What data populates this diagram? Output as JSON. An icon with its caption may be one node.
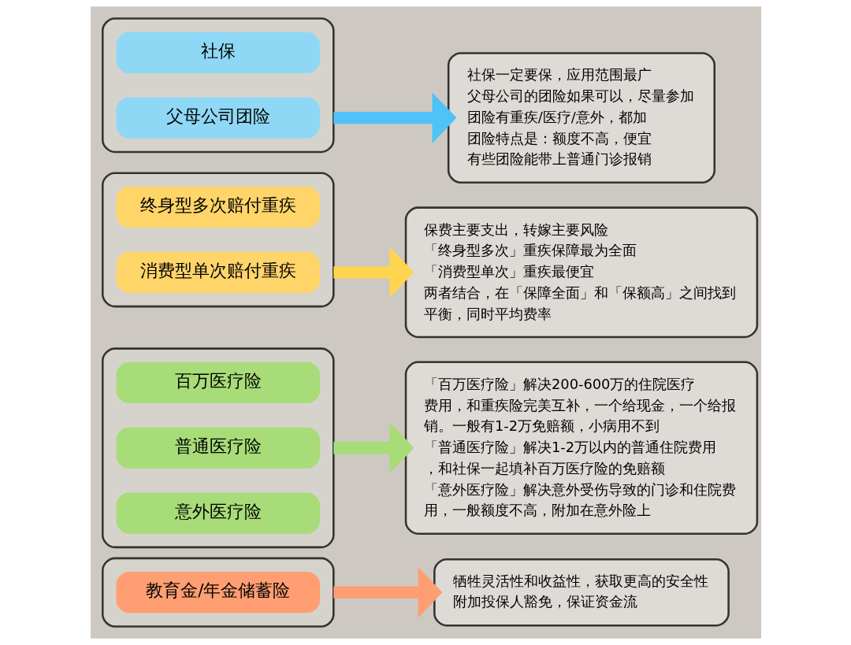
{
  "diagram": {
    "nodes": [
      {
        "text": [],
        "shape": "box"
      },
      {
        "text": [
          "社保"
        ],
        "in": 0
      },
      {
        "text": [
          "父母公司团险"
        ],
        "in": 0
      },
      {
        "text": [
          "社保一定要保，应用范围最广",
          "父母公司的团险如果可以，尽量参加",
          "团险有重疾/医疗/意外，都加",
          "团险特点是：额度不高，便宜",
          "有些团险能带上普通门诊报销"
        ]
      },
      {
        "text": [],
        "shape": "box"
      },
      {
        "text": [
          "终身型多次赔付重疾"
        ],
        "in": 4
      },
      {
        "text": [
          "消费型单次赔付重疾"
        ],
        "in": 4
      },
      {
        "text": [
          "保费主要支出，转嫁主要风险",
          "「终身型多次」重疾保障最为全面",
          "「消费型单次」重疾最便宜",
          "两者结合，在「保障全面」和「保额高」之间找到平衡，同时平均费率"
        ]
      },
      {
        "text": [],
        "shape": "box"
      },
      {
        "text": [
          "百万医疗险"
        ],
        "in": 8
      },
      {
        "text": [
          "普通医疗险"
        ],
        "in": 8
      },
      {
        "text": [
          "意外医疗险"
        ],
        "in": 8
      },
      {
        "text": [
          "「百万医疗险」解决200-600万的住院医疗费用，和重疾险完美互补，一个给现金，一个给报销。一般有1-2万免赔额，小病用不到",
          "「普通医疗险」解决1-2万以内的普通住院费用，和社保一起填补百万医疗险的免赔额",
          "「意外医疗险」解决意外受伤导致的门诊和住院费用，一般额度不高，附加在意外险上"
        ]
      },
      {
        "text": [],
        "shape": "box"
      },
      {
        "text": [
          "教育金/年金储蓄险"
        ],
        "in": 13
      },
      {
        "text": [
          "牺牲灵活性和收益性，获取更高的安全性",
          "附加投保人豁免，保证资金流"
        ]
      }
    ],
    "edges": [
      {
        "from": 0,
        "to": 3,
        "arrow": "to",
        "color": "#4fc3f7"
      },
      {
        "from": 4,
        "to": 7,
        "arrow": "to",
        "color": "#ffd54f"
      },
      {
        "from": 8,
        "to": 12,
        "arrow": "to",
        "color": "#a8dc78"
      },
      {
        "from": 13,
        "to": 15,
        "arrow": "to",
        "color": "#ff9e72"
      }
    ]
  }
}
